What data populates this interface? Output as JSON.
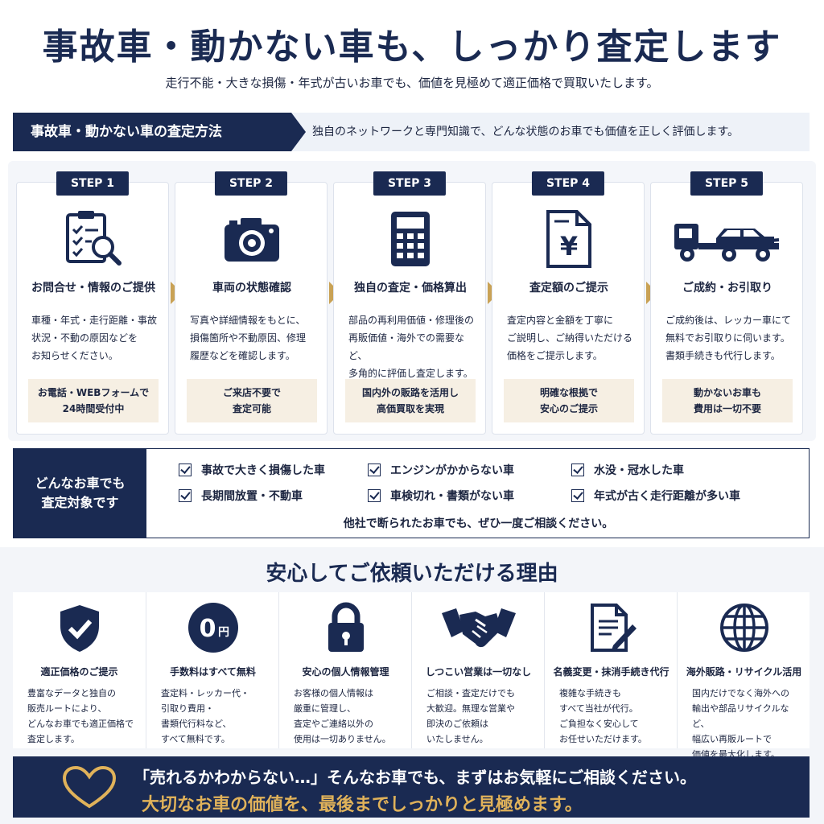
{
  "hero": {
    "title": "事故車・動かない車も、しっかり査定します",
    "subtitle": "走行不能・大きな損傷・年式が古いお車でも、価値を見極めて適正価格で買取いたします。"
  },
  "method": {
    "label": "事故車・動かない車の査定方法",
    "description": "独自のネットワークと専門知識で、どんな状態のお車でも価値を正しく評価します。"
  },
  "steps": [
    {
      "badge": "STEP 1",
      "icon": "checklist-search-icon",
      "title": "お問合せ・情報のご提供",
      "text": [
        "車種・年式・走行距離・事故",
        "状況・不動の原因などを",
        "お知らせください。"
      ],
      "note": [
        "お電話・WEBフォームで",
        "24時間受付中"
      ]
    },
    {
      "badge": "STEP 2",
      "icon": "camera-icon",
      "title": "車両の状態確認",
      "text": [
        "写真や詳細情報をもとに、",
        "損傷箇所や不動原因、修理",
        "履歴などを確認します。"
      ],
      "note": [
        "ご来店不要で",
        "査定可能"
      ]
    },
    {
      "badge": "STEP 3",
      "icon": "calculator-icon",
      "title": "独自の査定・価格算出",
      "text": [
        "部品の再利用価値・修理後の",
        "再販価値・海外での需要など、",
        "多角的に評価し査定します。"
      ],
      "note": [
        "国内外の販路を活用し",
        "高価買取を実現"
      ]
    },
    {
      "badge": "STEP 4",
      "icon": "yen-document-icon",
      "title": "査定額のご提示",
      "text": [
        "査定内容と金額を丁寧に",
        "ご説明し、ご納得いただける",
        "価格をご提示します。"
      ],
      "note": [
        "明確な根拠で",
        "安心のご提示"
      ]
    },
    {
      "badge": "STEP 5",
      "icon": "tow-truck-icon",
      "title": "ご成約・お引取り",
      "text": [
        "ご成約後は、レッカー車にて",
        "無料でお引取りに伺います。",
        "書類手続きも代行します。"
      ],
      "note": [
        "動かないお車も",
        "費用は一切不要"
      ]
    }
  ],
  "targets": {
    "label": [
      "どんなお車でも",
      "査定対象です"
    ],
    "items": [
      "事故で大きく損傷した車",
      "エンジンがかからない車",
      "水没・冠水した車",
      "長期間放置・不動車",
      "車検切れ・書類がない車",
      "年式が古く走行距離が多い車"
    ],
    "note": "他社で断られたお車でも、ぜひ一度ご相談ください。"
  },
  "reasons": {
    "title": "安心してご依頼いただける理由",
    "items": [
      {
        "icon": "shield-check-icon",
        "title": "適正価格のご提示",
        "text": [
          "豊富なデータと独自の",
          "販売ルートにより、",
          "どんなお車でも適正価格で",
          "査定します。"
        ]
      },
      {
        "icon": "zero-yen-icon",
        "icon_text": "0",
        "icon_unit": "円",
        "title": "手数料はすべて無料",
        "text": [
          "査定料・レッカー代・",
          "引取り費用・",
          "書類代行料など、",
          "すべて無料です。"
        ]
      },
      {
        "icon": "padlock-icon",
        "title": "安心の個人情報管理",
        "text": [
          "お客様の個人情報は",
          "厳重に管理し、",
          "査定やご連絡以外の",
          "使用は一切ありません。"
        ]
      },
      {
        "icon": "handshake-icon",
        "title": "しつこい営業は一切なし",
        "text": [
          "ご相談・査定だけでも",
          "大歓迎。無理な営業や",
          "即決のご依頼は",
          "いたしません。"
        ]
      },
      {
        "icon": "document-pen-icon",
        "title": "名義変更・抹消手続き代行",
        "text": [
          "複雑な手続きも",
          "すべて当社が代行。",
          "ご負担なく安心して",
          "お任せいただけます。"
        ]
      },
      {
        "icon": "globe-icon",
        "title": "海外販路・リサイクル活用",
        "text": [
          "国内だけでなく海外への",
          "輸出や部品リサイクルなど、",
          "幅広い再販ルートで",
          "価値を最大化します。"
        ]
      }
    ]
  },
  "banner": {
    "icon": "heart-outline-icon",
    "line1": "「売れるかわからない…」そんなお車でも、まずはお気軽にご相談ください。",
    "line2": "大切なお車の価値を、最後までしっかりと見極めます。"
  },
  "colors": {
    "navy": "#1a2a52",
    "gold": "#c9a255",
    "banner_gold": "#e0b25a",
    "note_bg": "#f6efe3"
  }
}
